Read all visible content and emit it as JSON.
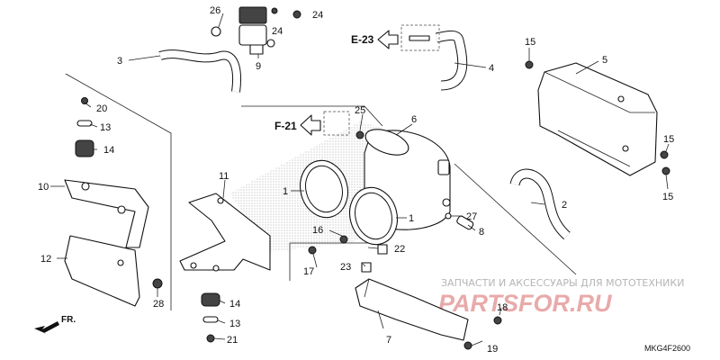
{
  "diagram": {
    "code": "MKG4F2600",
    "direction_label": "FR.",
    "references": [
      {
        "id": "e23",
        "label": "E-23"
      },
      {
        "id": "f21",
        "label": "F-21"
      }
    ],
    "callouts": [
      "1",
      "1",
      "2",
      "3",
      "4",
      "5",
      "6",
      "7",
      "8",
      "9",
      "10",
      "11",
      "12",
      "13",
      "13",
      "14",
      "14",
      "15",
      "15",
      "15",
      "16",
      "17",
      "18",
      "19",
      "20",
      "21",
      "22",
      "23",
      "24",
      "24",
      "25",
      "26",
      "27",
      "28"
    ],
    "watermark": {
      "line1": "ЗАПЧАСТИ И АКСЕССУАРЫ ДЛЯ МОТОТЕХНИКИ",
      "line2": "PARTSFOR.RU"
    }
  }
}
